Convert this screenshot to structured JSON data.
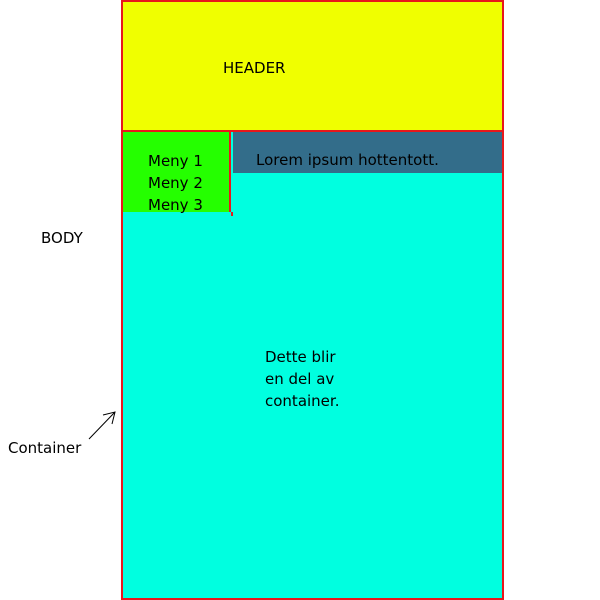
{
  "labels": {
    "body": "BODY",
    "container": "Container"
  },
  "container": {
    "header": "HEADER",
    "menu": [
      "Meny 1",
      "Meny 2",
      "Meny 3"
    ],
    "topbar": "Lorem ipsum hottentott.",
    "content": [
      "Dette blir",
      "en del av",
      "container."
    ]
  },
  "colors": {
    "border": "#e8171b",
    "header": "#f0ff00",
    "menu": "#25ff00",
    "topbar": "#336d8a",
    "container": "#00ffe0"
  }
}
